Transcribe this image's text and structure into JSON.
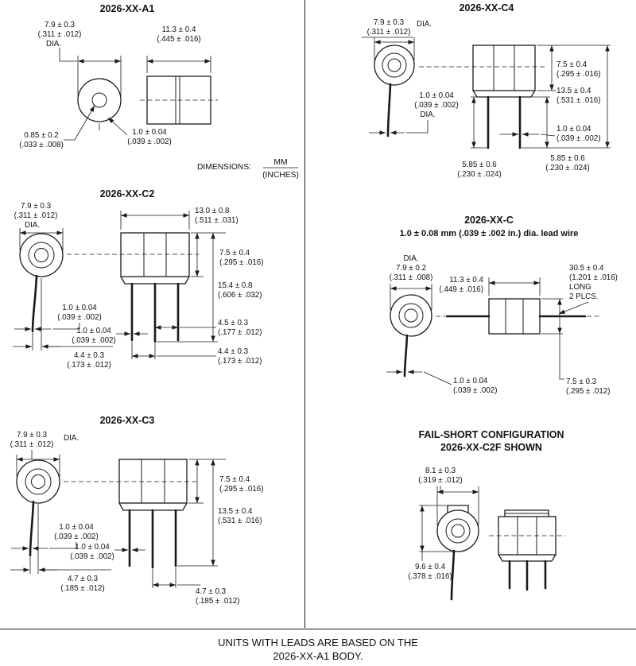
{
  "a1": {
    "title": "2026-XX-A1",
    "dia_mm": "7.9 ± 0.3",
    "dia_in": "(.311 ± .012)",
    "dia_lbl": "DIA.",
    "len_mm": "11.3 ± 0.4",
    "len_in": "(.445 ± .016)",
    "hole_mm": "0.85 ± 0.2",
    "hole_in": "(.033 ± .008)",
    "lead_mm": "1.0 ± 0.04",
    "lead_in": "(.039 ± .002)"
  },
  "note": {
    "label": "DIMENSIONS:",
    "mm": "MM",
    "inches": "(INCHES)"
  },
  "c2": {
    "title": "2026-XX-C2",
    "dia_mm": "7.9 ± 0.3",
    "dia_in": "(.311 ± .012)",
    "dia_lbl": "DIA.",
    "width_mm": "13.0 ± 0.8",
    "width_in": "(.511 ± .031)",
    "bodyh_mm": "7.5 ± 0.4",
    "bodyh_in": "(.295 ± .016)",
    "totalh_mm": "15.4 ± 0.8",
    "totalh_in": "(.606 ± .032)",
    "leadf_mm": "1.0 ± 0.04",
    "leadf_in": "(.039 ± .002)",
    "leads_mm": "1.0 ± 0.04",
    "leads_in": "(.039 ± .002)",
    "pitch1_mm": "4.5 ± 0.3",
    "pitch1_in": "(.177 ± .012)",
    "pitch2_mm": "4.4 ± 0.3",
    "pitch2_in": "(.173 ± .012)",
    "offset_mm": "4.4 ± 0.3",
    "offset_in": "(.173 ± .012)"
  },
  "c3": {
    "title": "2026-XX-C3",
    "dia_mm": "7.9 ± 0.3",
    "dia_in": "(.311 ± .012)",
    "dia_lbl": "DIA.",
    "bodyh_mm": "7.5 ± 0.4",
    "bodyh_in": "(.295 ± .016)",
    "totalh_mm": "13.5 ± 0.4",
    "totalh_in": "(.531 ± .016)",
    "leadf_mm": "1.0 ± 0.04",
    "leadf_in": "(.039 ± .002)",
    "leads_mm": "1.0 ± 0.04",
    "leads_in": "(.039 ± .002)",
    "offset_mm": "4.7 ± 0.3",
    "offset_in": "(.185 ± .012)",
    "pitch_mm": "4.7 ± 0.3",
    "pitch_in": "(.185 ± .012)"
  },
  "c4": {
    "title": "2026-XX-C4",
    "dia_mm": "7.9 ± 0.3",
    "dia_in": "(.311 ± .012)",
    "dia_lbl": "DIA.",
    "leaddia_mm": "1.0 ± 0.04",
    "leaddia_in": "(.039 ± .002)",
    "leaddia_lbl": "DIA.",
    "bodyh_mm": "7.5 ± 0.4",
    "bodyh_in": "(.295 ± .016)",
    "totalh_mm": "13.5 ± 0.4",
    "totalh_in": "(.531 ± .016)",
    "leads_mm": "1.0 ± 0.04",
    "leads_in": "(.039 ± .002)",
    "leadlen1_mm": "5.85 ± 0.6",
    "leadlen1_in": "(.230 ± .024)",
    "leadlen2_mm": "5.85 ± 0.6",
    "leadlen2_in": "(.230 ± .024)"
  },
  "c": {
    "title": "2026-XX-C",
    "subtitle": "1.0 ± 0.08 mm (.039 ± .002 in.) dia. lead wire",
    "dia_lbl": "DIA.",
    "dia_mm": "7.9 ± 0.2",
    "dia_in": "(.311 ± .008)",
    "len_mm": "11.3 ± 0.4",
    "len_in": "(.449 ± .016)",
    "leadlen_mm": "30.5 ± 0.4",
    "leadlen_in": "(1.201 ± .016)",
    "leadlen_l3": "LONG",
    "leadlen_l4": "2 PLCS.",
    "leaddia_mm": "1.0 ± 0.04",
    "leaddia_in": "(.039 ± .002)",
    "bodydia_mm": "7.5 ± 0.3",
    "bodydia_in": "(.295 ± .012)"
  },
  "fs": {
    "title1": "FAIL-SHORT CONFIGURATION",
    "title2": "2026-XX-C2F SHOWN",
    "w_mm": "8.1 ± 0.3",
    "w_in": "(.319 ± .012)",
    "h_mm": "9.6 ± 0.4",
    "h_in": "(.378 ± .016)"
  },
  "footer": {
    "line1": "UNITS WITH LEADS ARE BASED ON THE",
    "line2": "2026-XX-A1 BODY."
  }
}
